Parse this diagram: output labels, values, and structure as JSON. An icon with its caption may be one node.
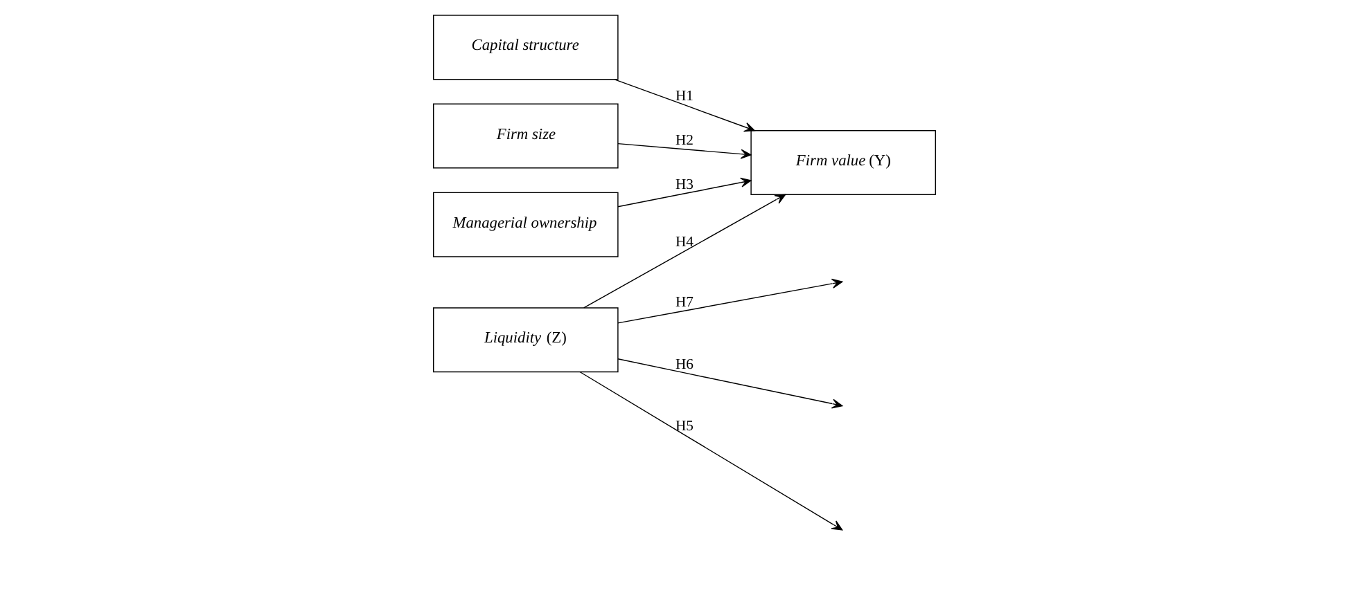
{
  "diagram": {
    "nodes": [
      {
        "text": [
          "Capital structure"
        ]
      },
      {
        "text": [
          "Firm size"
        ]
      },
      {
        "text": [
          "Managerial ownership"
        ]
      },
      {
        "text": [
          "*Firm value* (Y)"
        ]
      },
      {
        "text": [
          "*Liquidity* (Z)"
        ]
      }
    ],
    "edges": [
      {
        "from": 0,
        "to": 3,
        "arrow": "to",
        "label": "H1"
      },
      {
        "from": 1,
        "to": 3,
        "arrow": "to",
        "label": "H2"
      },
      {
        "from": 2,
        "to": 3,
        "arrow": "to",
        "label": "H3"
      },
      {
        "from": 4,
        "to": 3,
        "arrow": "to",
        "label": "H4"
      },
      {
        "from": 4,
        "to": null,
        "arrow": "to",
        "label": "H5"
      },
      {
        "from": 4,
        "to": null,
        "arrow": "to",
        "label": "H6"
      },
      {
        "from": 4,
        "to": null,
        "arrow": "to",
        "label": "H7"
      }
    ]
  }
}
